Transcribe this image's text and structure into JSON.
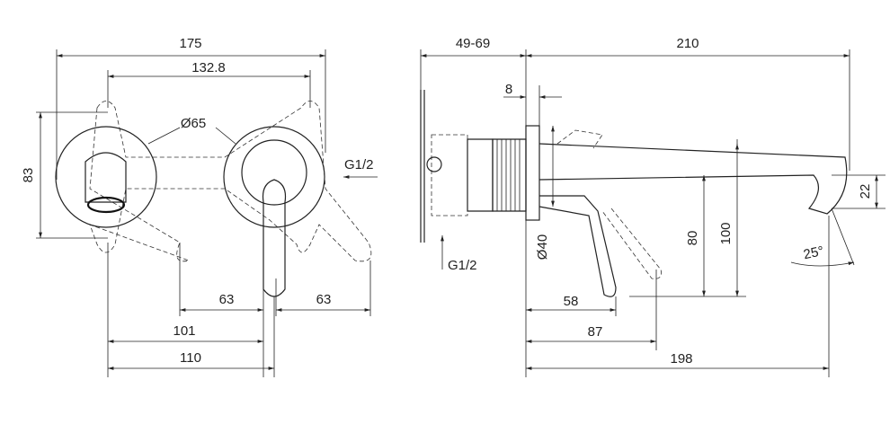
{
  "front_view": {
    "dim_width_total": "175",
    "dim_hole_spacing": "132.8",
    "dim_plate_height": "83",
    "dim_rosette_diameter": "Ø65",
    "dim_lever_left": "63",
    "dim_lever_right": "63",
    "dim_101": "101",
    "dim_110": "110",
    "inlet_label": "G1/2"
  },
  "side_view": {
    "dim_wall_depth": "49-69",
    "dim_spout_length": "210",
    "dim_plate_thickness": "8",
    "dim_body_diameter": "Ø40",
    "dim_80": "80",
    "dim_100": "100",
    "dim_22": "22",
    "dim_angle": "25°",
    "dim_58": "58",
    "dim_87": "87",
    "dim_198": "198",
    "inlet_label": "G1/2"
  }
}
